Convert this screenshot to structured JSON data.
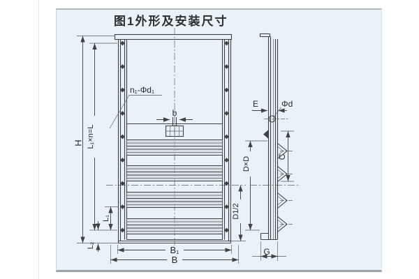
{
  "title": "图1外形及安装尺寸",
  "front_view": {
    "holes_label": "n₁-Φd₁",
    "b_label": "b",
    "height_label": "H",
    "bolt_spacing_label": "L₁×n=L",
    "l1_label": "L₁",
    "l2_label": "L₂",
    "d_half_label": "D1/2",
    "b1_label": "B₁",
    "b_width_label": "B"
  },
  "side_view": {
    "e_label": "E",
    "hole_label": "Φd",
    "c_label": "C",
    "dxd_label": "D×D",
    "g_label": "G"
  },
  "colors": {
    "panel_bg": "#e7f2fb",
    "line": "#3e4246",
    "panel_top": "#aeb9c0",
    "panel_shadow": "#99a3a9"
  }
}
